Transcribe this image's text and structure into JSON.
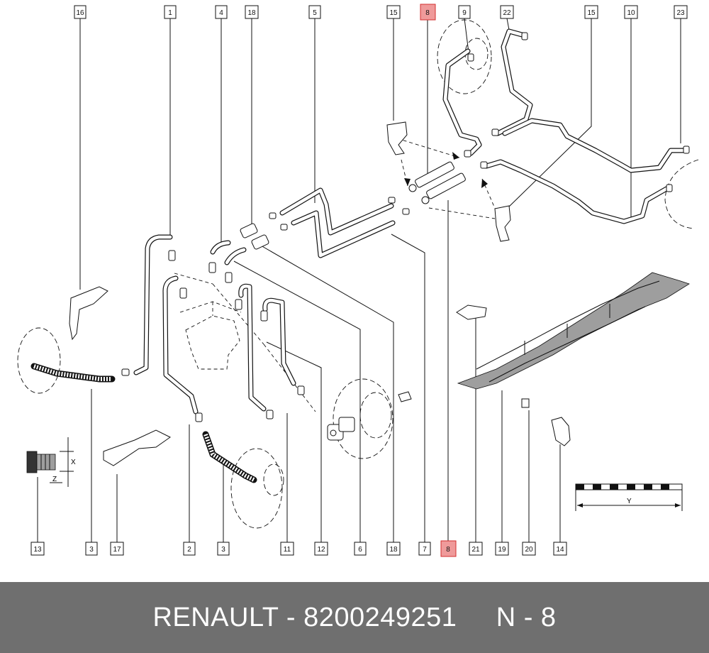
{
  "diagram": {
    "top_callouts": [
      {
        "id": "top-16",
        "label": "16",
        "highlight": false
      },
      {
        "id": "top-1",
        "label": "1",
        "highlight": false
      },
      {
        "id": "top-4",
        "label": "4",
        "highlight": false
      },
      {
        "id": "top-18",
        "label": "18",
        "highlight": false
      },
      {
        "id": "top-5",
        "label": "5",
        "highlight": false
      },
      {
        "id": "top-15a",
        "label": "15",
        "highlight": false
      },
      {
        "id": "top-8",
        "label": "8",
        "highlight": true
      },
      {
        "id": "top-9",
        "label": "9",
        "highlight": false
      },
      {
        "id": "top-22",
        "label": "22",
        "highlight": false
      },
      {
        "id": "top-15b",
        "label": "15",
        "highlight": false
      },
      {
        "id": "top-10",
        "label": "10",
        "highlight": false
      },
      {
        "id": "top-23",
        "label": "23",
        "highlight": false
      }
    ],
    "bottom_callouts": [
      {
        "id": "bot-13",
        "label": "13",
        "highlight": false
      },
      {
        "id": "bot-3a",
        "label": "3",
        "highlight": false
      },
      {
        "id": "bot-17",
        "label": "17",
        "highlight": false
      },
      {
        "id": "bot-2",
        "label": "2",
        "highlight": false
      },
      {
        "id": "bot-3b",
        "label": "3",
        "highlight": false
      },
      {
        "id": "bot-11",
        "label": "11",
        "highlight": false
      },
      {
        "id": "bot-12",
        "label": "12",
        "highlight": false
      },
      {
        "id": "bot-6",
        "label": "6",
        "highlight": false
      },
      {
        "id": "bot-18",
        "label": "18",
        "highlight": false
      },
      {
        "id": "bot-7",
        "label": "7",
        "highlight": false
      },
      {
        "id": "bot-8",
        "label": "8",
        "highlight": true
      },
      {
        "id": "bot-21",
        "label": "21",
        "highlight": false
      },
      {
        "id": "bot-19",
        "label": "19",
        "highlight": false
      },
      {
        "id": "bot-20",
        "label": "20",
        "highlight": false
      },
      {
        "id": "bot-14",
        "label": "14",
        "highlight": false
      }
    ],
    "dimension_labels": {
      "x": "X",
      "z": "Z",
      "y": "Y"
    }
  },
  "footer": {
    "text": "RENAULT - 8200249251     N - 8"
  },
  "colors": {
    "highlight_fill": "#ef9a9a",
    "highlight_stroke": "#d32f2f",
    "footer_bg": "#6f6f6f",
    "footer_text": "#ffffff"
  }
}
